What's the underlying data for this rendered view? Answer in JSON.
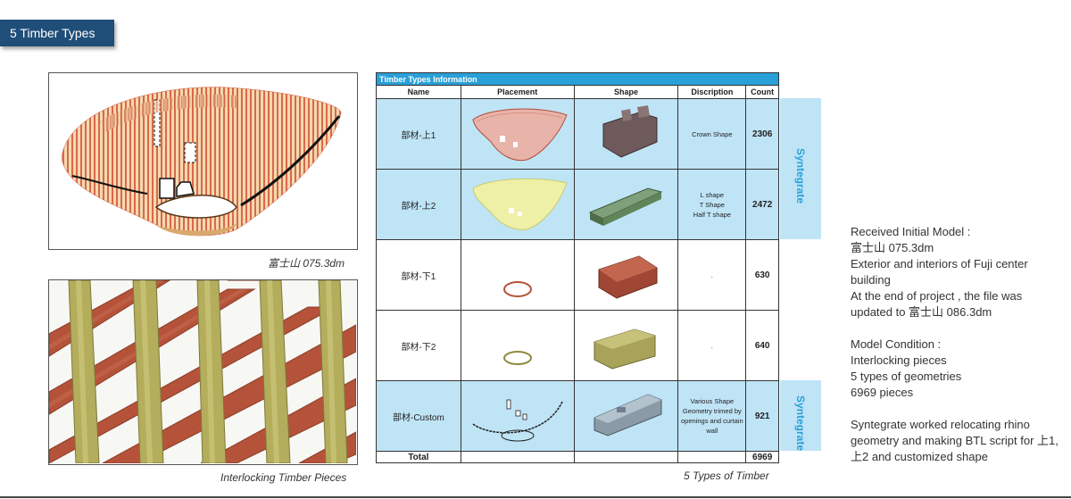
{
  "title": "5 Timber Types",
  "captions": {
    "model_file": "富士山 075.3dm",
    "interlocking": "Interlocking Timber Pieces",
    "types": "5 Types of Timber"
  },
  "table": {
    "heading": "Timber Types Information",
    "columns": [
      "Name",
      "Placement",
      "Shape",
      "Discription",
      "Count"
    ],
    "rows": [
      {
        "name": "部材-上1",
        "description": [
          "Crown Shape"
        ],
        "count": "2306",
        "highlight": true
      },
      {
        "name": "部材-上2",
        "description": [
          "L shape",
          "T Shape",
          "Half T shape"
        ],
        "count": "2472",
        "highlight": true
      },
      {
        "name": "部材-下1",
        "description": [
          "."
        ],
        "count": "630",
        "highlight": false
      },
      {
        "name": "部材-下2",
        "description": [
          "."
        ],
        "count": "640",
        "highlight": false
      },
      {
        "name": "部材-Custom",
        "description": [
          "Various Shape",
          "Geometry trimed by",
          "openings and curtain",
          "wall"
        ],
        "count": "921",
        "highlight": true
      }
    ],
    "total_label": "Total",
    "total_count": "6969"
  },
  "side_labels": [
    "Syntegrate",
    "Syntegrate"
  ],
  "notes": [
    "Received Initial Model :",
    "富士山 075.3dm",
    "Exterior and interiors of Fuji center building",
    "At the end of project , the file was updated to 富士山 086.3dm",
    "",
    "Model Condition :",
    "Interlocking pieces",
    "5 types of geometries",
    "6969 pieces",
    "",
    "Syntegrate worked relocating rhino geometry and making BTL script for 上1,上2 and customized shape"
  ],
  "colors": {
    "title_bg": "#1f4e79",
    "table_header": "#2aa0d8",
    "highlight_row": "#bfe4f6",
    "timber_red": "#b5533a",
    "timber_olive": "#b3ad5c"
  }
}
